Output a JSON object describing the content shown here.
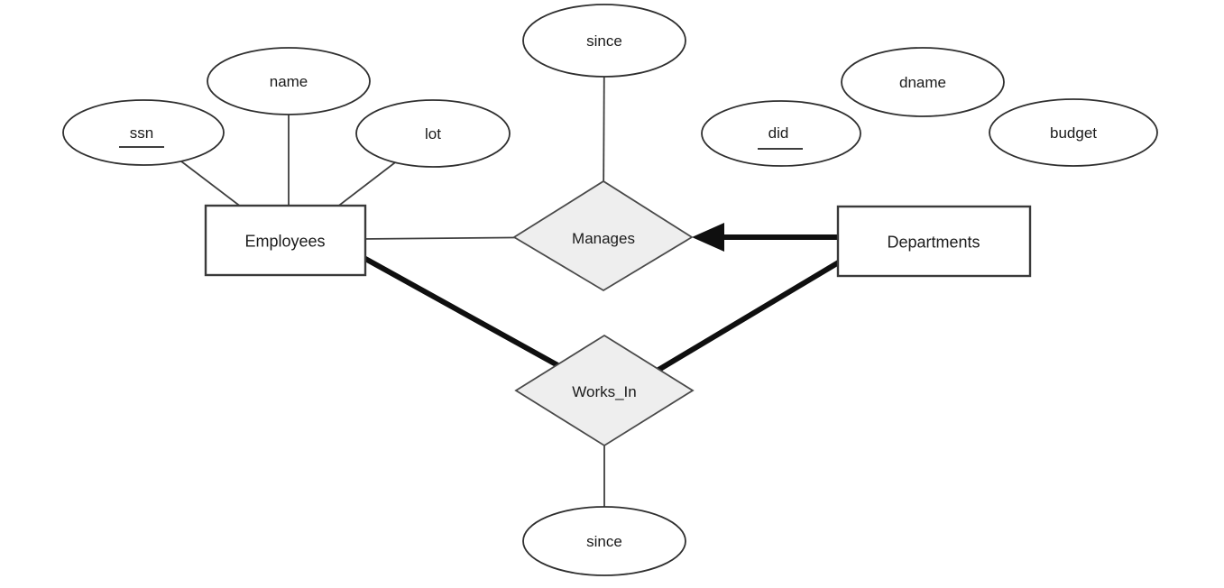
{
  "diagram_kind": "entity-relationship-diagram",
  "colors": {
    "background": "#ffffff",
    "shape_stroke": "#3a3a3a",
    "diamond_fill": "#eeeeee",
    "thin_line": "#3e3e3e",
    "thick_line": "#0f0f0f",
    "text": "#1b1b1b"
  },
  "nodes": {
    "employees": {
      "label": "Employees",
      "shape": "rectangle",
      "role": "entity"
    },
    "departments": {
      "label": "Departments",
      "shape": "rectangle",
      "role": "entity"
    },
    "manages": {
      "label": "Manages",
      "shape": "diamond",
      "role": "relationship"
    },
    "works_in": {
      "label": "Works_In",
      "shape": "diamond",
      "role": "relationship"
    },
    "ssn": {
      "label": "ssn",
      "shape": "ellipse",
      "role": "attribute",
      "primary_key": true,
      "of": "employees"
    },
    "name": {
      "label": "name",
      "shape": "ellipse",
      "role": "attribute",
      "primary_key": false,
      "of": "employees"
    },
    "lot": {
      "label": "lot",
      "shape": "ellipse",
      "role": "attribute",
      "primary_key": false,
      "of": "employees"
    },
    "since_manages": {
      "label": "since",
      "shape": "ellipse",
      "role": "attribute",
      "primary_key": false,
      "of": "manages"
    },
    "did": {
      "label": "did",
      "shape": "ellipse",
      "role": "attribute",
      "primary_key": true,
      "of": "departments"
    },
    "dname": {
      "label": "dname",
      "shape": "ellipse",
      "role": "attribute",
      "primary_key": false,
      "of": "departments"
    },
    "budget": {
      "label": "budget",
      "shape": "ellipse",
      "role": "attribute",
      "primary_key": false,
      "of": "departments"
    },
    "since_works_in": {
      "label": "since",
      "shape": "ellipse",
      "role": "attribute",
      "primary_key": false,
      "of": "works_in"
    }
  },
  "edges": [
    {
      "from": "ssn",
      "to": "employees",
      "line": "thin",
      "arrow": "none"
    },
    {
      "from": "name",
      "to": "employees",
      "line": "thin",
      "arrow": "none"
    },
    {
      "from": "lot",
      "to": "employees",
      "line": "thin",
      "arrow": "none"
    },
    {
      "from": "since_manages",
      "to": "manages",
      "line": "thin",
      "arrow": "none"
    },
    {
      "from": "employees",
      "to": "manages",
      "line": "thin",
      "arrow": "none"
    },
    {
      "from": "departments",
      "to": "manages",
      "line": "thick",
      "arrow": "solid-head-at-manages"
    },
    {
      "from": "employees",
      "to": "works_in",
      "line": "thick",
      "arrow": "none"
    },
    {
      "from": "departments",
      "to": "works_in",
      "line": "thick",
      "arrow": "none"
    },
    {
      "from": "works_in",
      "to": "since_works_in",
      "line": "thin",
      "arrow": "none"
    }
  ]
}
